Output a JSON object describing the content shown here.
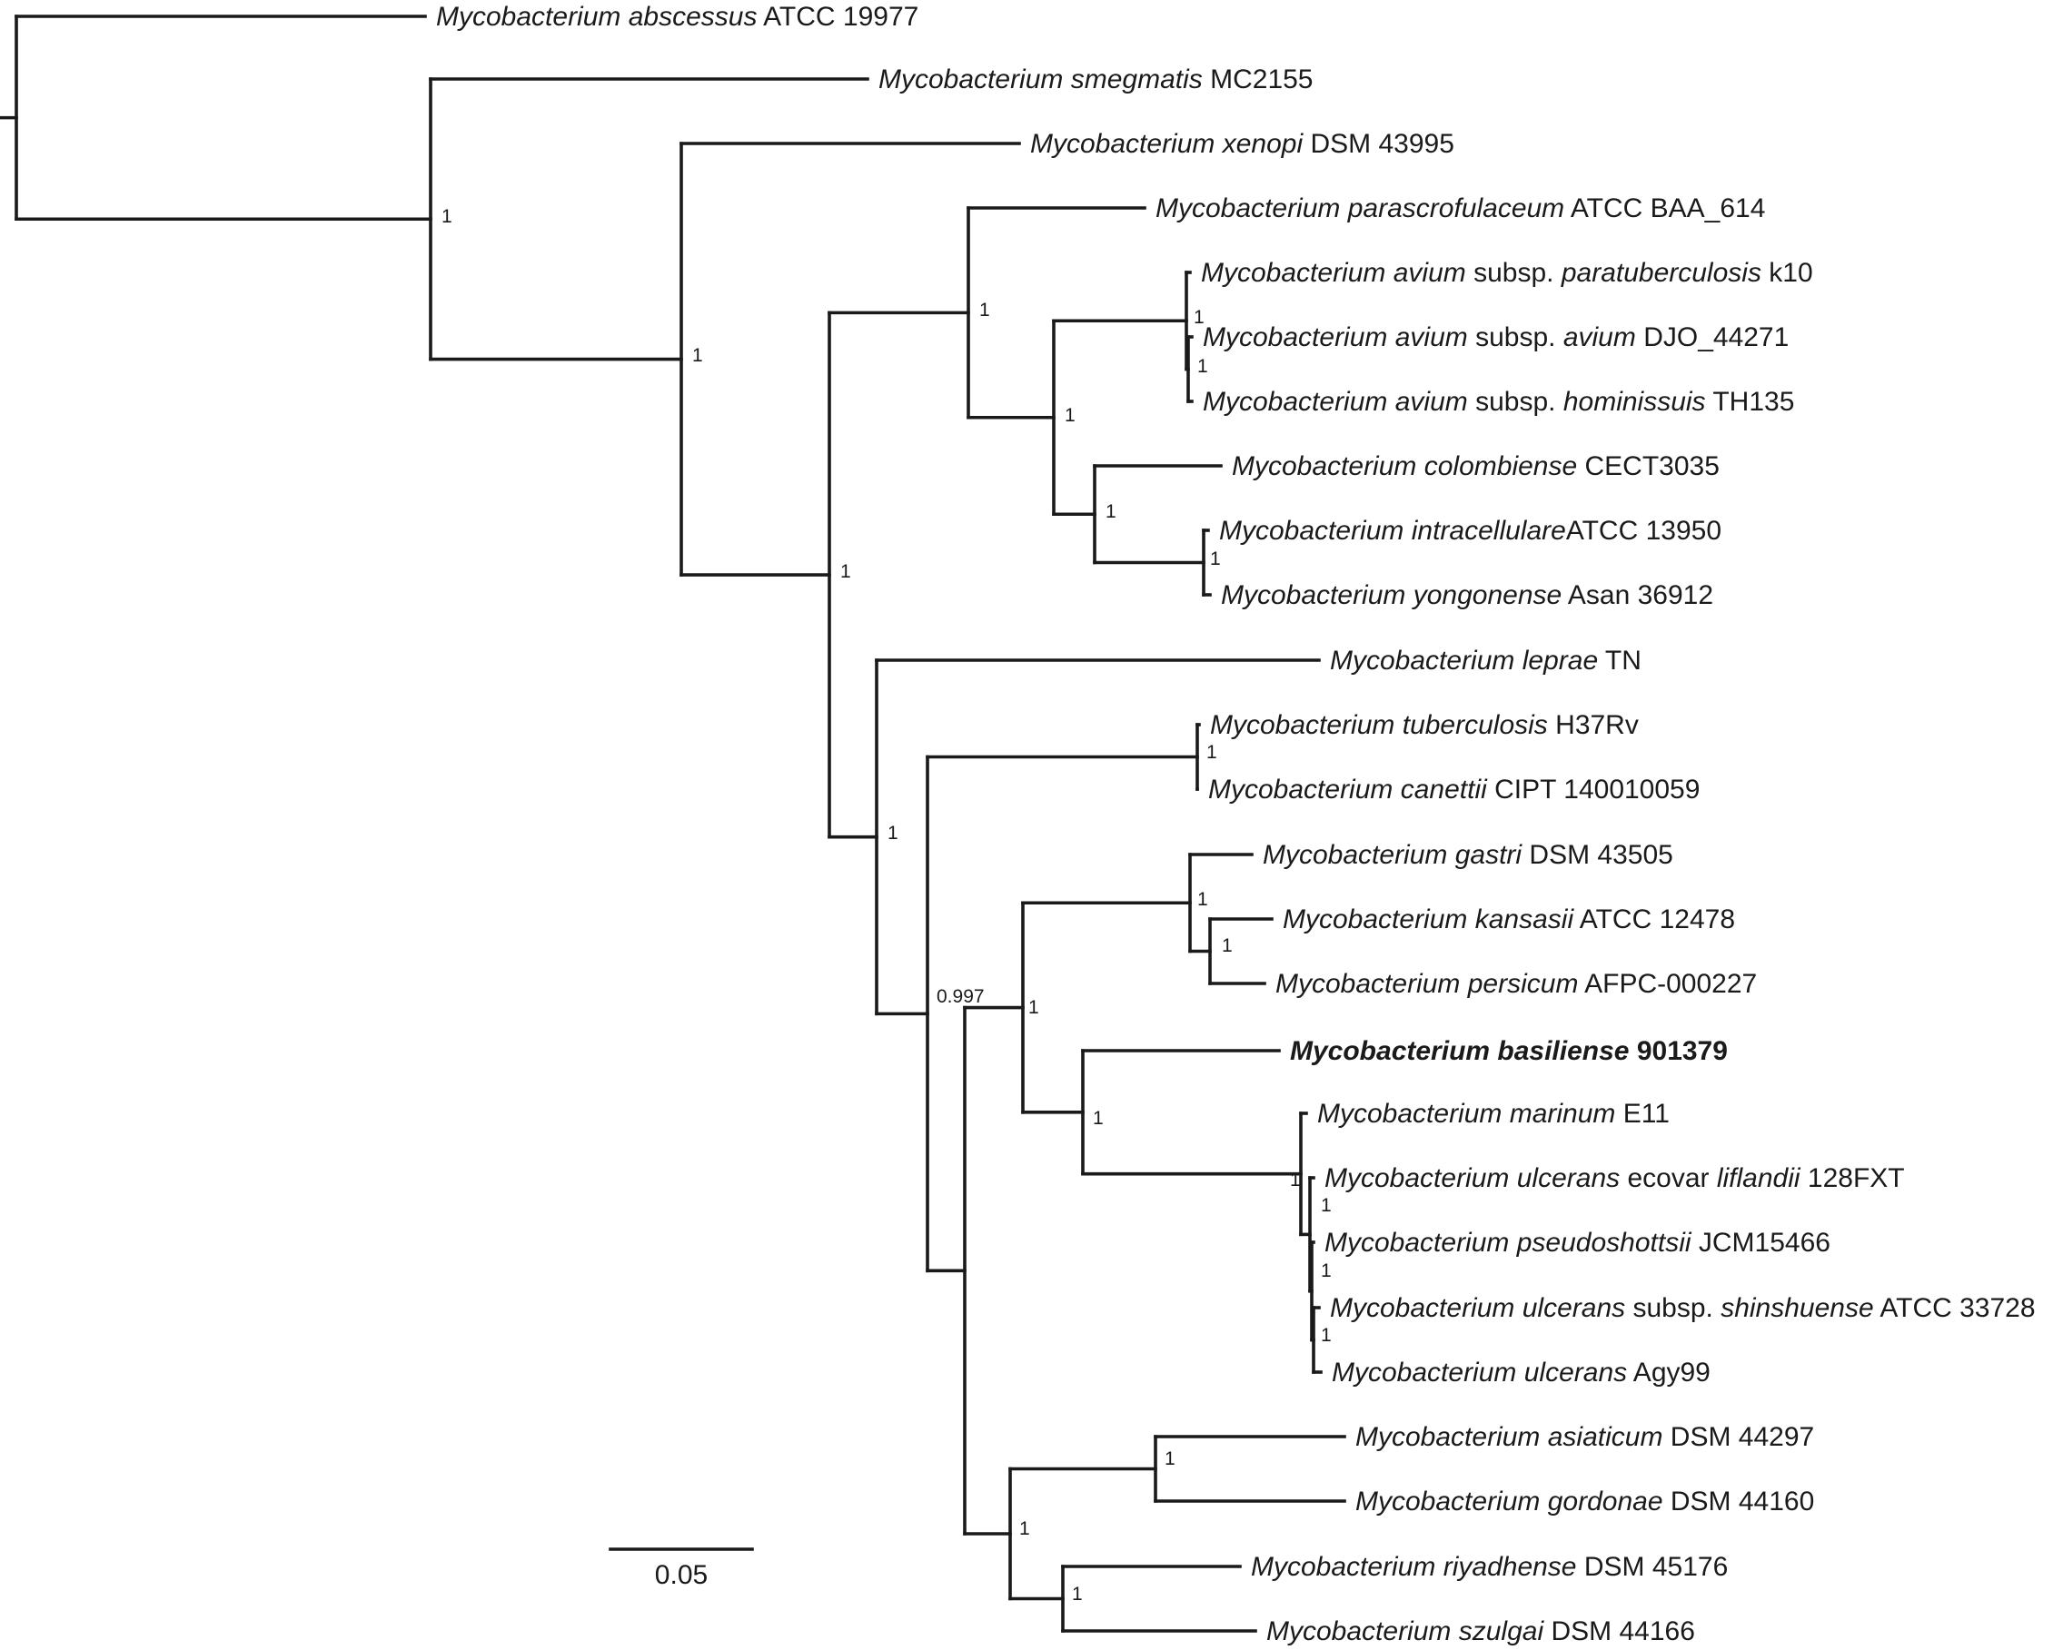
{
  "figure": {
    "taxa": [
      {
        "id": "abscessus",
        "parts": [
          {
            "t": "Mycobacterium abscessus",
            "i": true
          },
          {
            "t": " ATCC 19977",
            "i": false
          }
        ]
      },
      {
        "id": "smegmatis",
        "parts": [
          {
            "t": "Mycobacterium smegmatis",
            "i": true
          },
          {
            "t": " MC2155",
            "i": false
          }
        ]
      },
      {
        "id": "xenopi",
        "parts": [
          {
            "t": "Mycobacterium xenopi",
            "i": true
          },
          {
            "t": " DSM 43995",
            "i": false
          }
        ]
      },
      {
        "id": "parascrofulaceum",
        "parts": [
          {
            "t": "Mycobacterium parascrofulaceum",
            "i": true
          },
          {
            "t": " ATCC BAA_614",
            "i": false
          }
        ]
      },
      {
        "id": "avium_para",
        "parts": [
          {
            "t": "Mycobacterium avium",
            "i": true
          },
          {
            "t": " subsp. ",
            "i": false
          },
          {
            "t": "paratuberculosis",
            "i": true
          },
          {
            "t": " k10",
            "i": false
          }
        ]
      },
      {
        "id": "avium_avium",
        "parts": [
          {
            "t": "Mycobacterium avium",
            "i": true
          },
          {
            "t": " subsp. ",
            "i": false
          },
          {
            "t": "avium",
            "i": true
          },
          {
            "t": " DJO_44271",
            "i": false
          }
        ]
      },
      {
        "id": "avium_hom",
        "parts": [
          {
            "t": "Mycobacterium avium",
            "i": true
          },
          {
            "t": " subsp. ",
            "i": false
          },
          {
            "t": "hominissuis",
            "i": true
          },
          {
            "t": " TH135",
            "i": false
          }
        ]
      },
      {
        "id": "colombiense",
        "parts": [
          {
            "t": "Mycobacterium colombiense",
            "i": true
          },
          {
            "t": " CECT3035",
            "i": false
          }
        ]
      },
      {
        "id": "intracellulare",
        "parts": [
          {
            "t": "Mycobacterium intracellulare",
            "i": true
          },
          {
            "t": "ATCC 13950",
            "i": false
          }
        ]
      },
      {
        "id": "yongonense",
        "parts": [
          {
            "t": "Mycobacterium yongonense",
            "i": true
          },
          {
            "t": " Asan 36912",
            "i": false
          }
        ]
      },
      {
        "id": "leprae",
        "parts": [
          {
            "t": "Mycobacterium leprae",
            "i": true
          },
          {
            "t": " TN",
            "i": false
          }
        ]
      },
      {
        "id": "tuberculosis",
        "parts": [
          {
            "t": "Mycobacterium tuberculosis",
            "i": true
          },
          {
            "t": " H37Rv",
            "i": false
          }
        ]
      },
      {
        "id": "canettii",
        "parts": [
          {
            "t": "Mycobacterium canettii",
            "i": true
          },
          {
            "t": " CIPT 140010059",
            "i": false
          }
        ]
      },
      {
        "id": "gastri",
        "parts": [
          {
            "t": "Mycobacterium gastri",
            "i": true
          },
          {
            "t": " DSM 43505",
            "i": false
          }
        ]
      },
      {
        "id": "kansasii",
        "parts": [
          {
            "t": "Mycobacterium kansasii",
            "i": true
          },
          {
            "t": " ATCC 12478",
            "i": false
          }
        ]
      },
      {
        "id": "persicum",
        "parts": [
          {
            "t": "Mycobacterium persicum",
            "i": true
          },
          {
            "t": " AFPC-000227",
            "i": false
          }
        ]
      },
      {
        "id": "basiliense",
        "bold": true,
        "parts": [
          {
            "t": "Mycobacterium basiliense",
            "i": true
          },
          {
            "t": " 901379",
            "i": false
          }
        ]
      },
      {
        "id": "marinum",
        "parts": [
          {
            "t": "Mycobacterium marinum",
            "i": true
          },
          {
            "t": " E11",
            "i": false
          }
        ]
      },
      {
        "id": "ulcerans_lif",
        "parts": [
          {
            "t": "Mycobacterium ulcerans",
            "i": true
          },
          {
            "t": " ecovar ",
            "i": false
          },
          {
            "t": "liflandii",
            "i": true
          },
          {
            "t": " 128FXT",
            "i": false
          }
        ]
      },
      {
        "id": "pseudoshottsii",
        "parts": [
          {
            "t": "Mycobacterium pseudoshottsii",
            "i": true
          },
          {
            "t": " JCM15466",
            "i": false
          }
        ]
      },
      {
        "id": "ulcerans_shin",
        "parts": [
          {
            "t": "Mycobacterium ulcerans",
            "i": true
          },
          {
            "t": " subsp. ",
            "i": false
          },
          {
            "t": "shinshuense",
            "i": true
          },
          {
            "t": " ATCC 33728",
            "i": false
          }
        ]
      },
      {
        "id": "ulcerans_agy",
        "parts": [
          {
            "t": "Mycobacterium ulcerans",
            "i": true
          },
          {
            "t": " Agy99",
            "i": false
          }
        ]
      },
      {
        "id": "asiaticum",
        "parts": [
          {
            "t": "Mycobacterium asiaticum",
            "i": true
          },
          {
            "t": " DSM 44297",
            "i": false
          }
        ]
      },
      {
        "id": "gordonae",
        "parts": [
          {
            "t": "Mycobacterium gordonae",
            "i": true
          },
          {
            "t": " DSM 44160",
            "i": false
          }
        ]
      },
      {
        "id": "riyadhense",
        "parts": [
          {
            "t": "Mycobacterium riyadhense",
            "i": true
          },
          {
            "t": " DSM 45176",
            "i": false
          }
        ]
      },
      {
        "id": "szulgai",
        "parts": [
          {
            "t": "Mycobacterium szulgai",
            "i": true
          },
          {
            "t": " DSM 44166",
            "i": false
          }
        ]
      }
    ],
    "support_values": {
      "n_smeg_rest": "1",
      "n_xen_rest": "1",
      "n_mac_tb": "1",
      "n_mac": "1",
      "n_avcol": "1",
      "n_av": "1",
      "n_av2": "1",
      "n_colint": "1",
      "n_intyon": "1",
      "n_tbgrp": "1",
      "n_tbbig": "0.997",
      "n_tbcan": "1",
      "n_big": "1",
      "n_kpg": "1",
      "n_kanper": "1",
      "n_basmar": "1",
      "n_mar": "1",
      "n_ul1": "1",
      "n_ul2": "1",
      "n_ul3": "1",
      "n_asgrp": "1",
      "n_asgor": "1",
      "n_riysz": "1"
    },
    "scale_bar": {
      "label": "0.05",
      "length": 0.05
    }
  }
}
